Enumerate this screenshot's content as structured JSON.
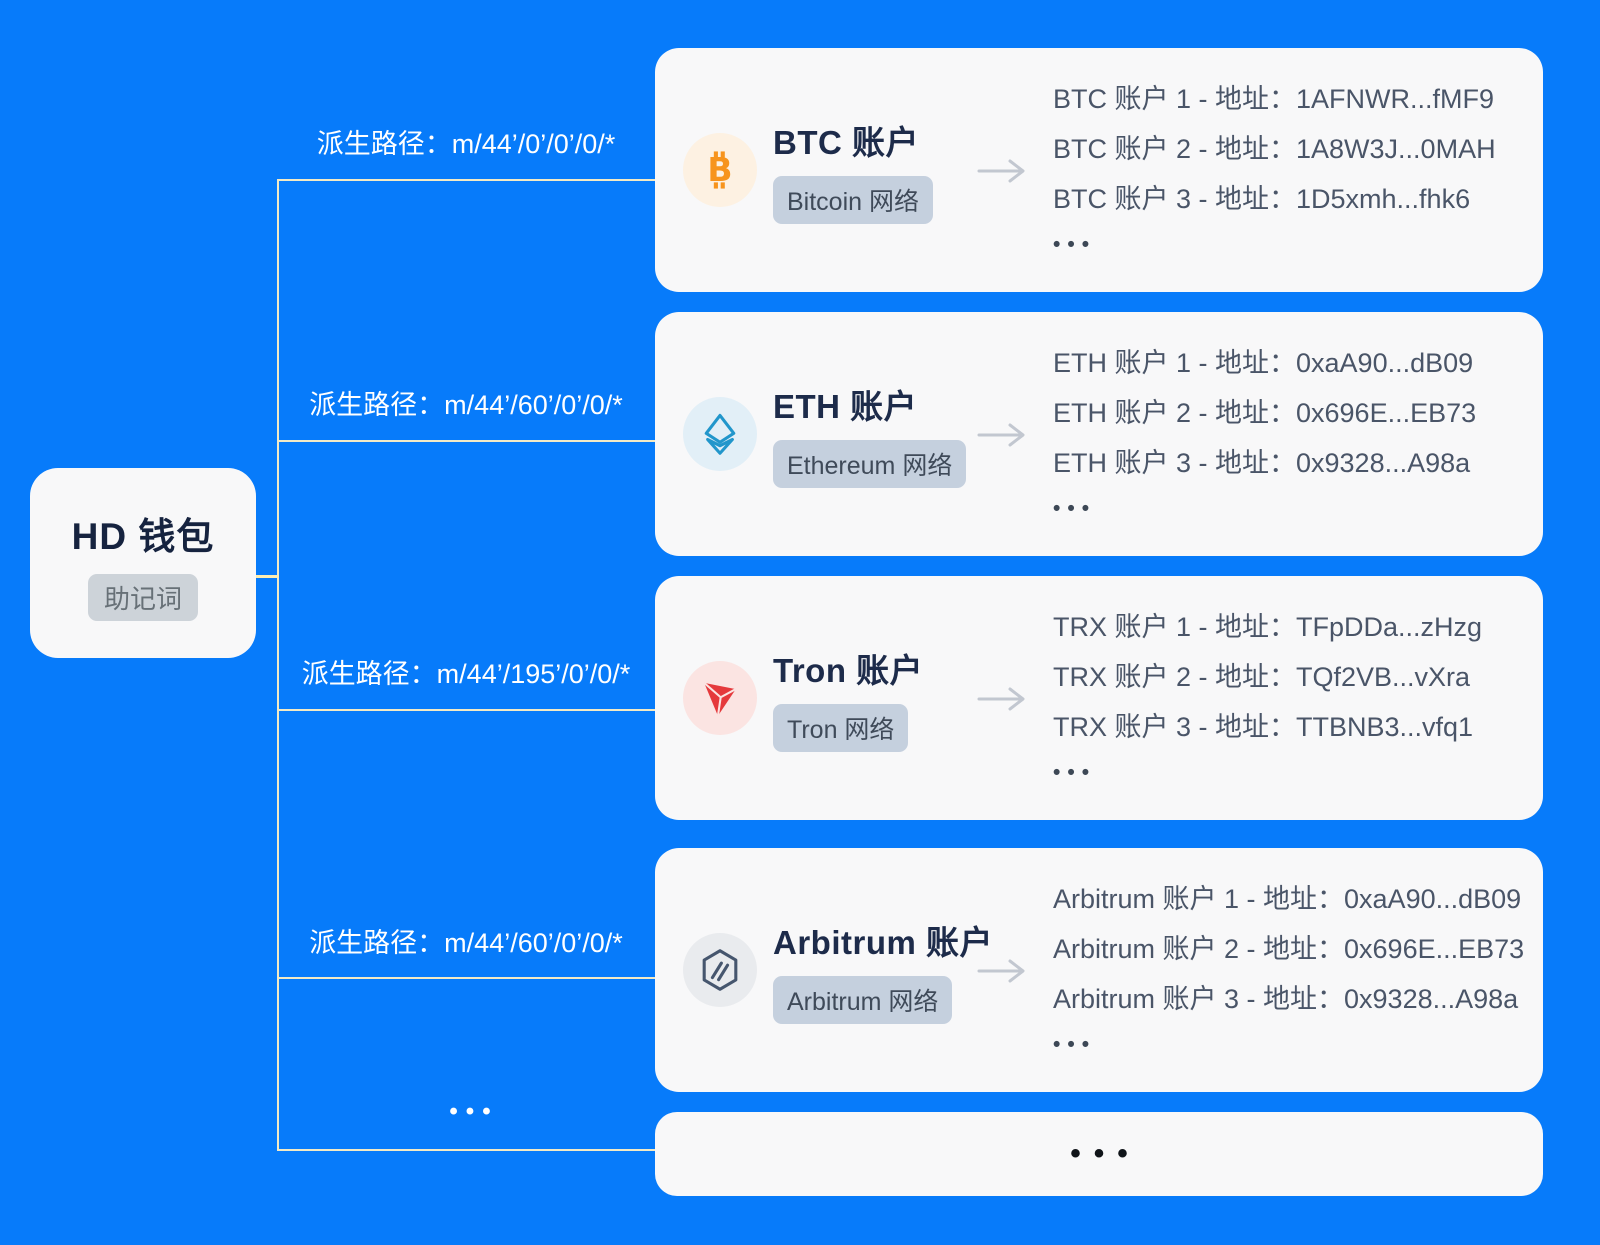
{
  "canvas": {
    "background_color": "#077bfa",
    "line_color": "#f2eac6",
    "root_connector_color": "#fdeeb2"
  },
  "hd_card": {
    "title": "HD 钱包",
    "badge": "助记词"
  },
  "branches": [
    {
      "path_label": "派生路径：m/44’/0’/0’/0/*"
    },
    {
      "path_label": "派生路径：m/44’/60’/0’/0/*"
    },
    {
      "path_label": "派生路径：m/44’/195’/0’/0/*"
    },
    {
      "path_label": "派生路径：m/44’/60’/0’/0/*"
    }
  ],
  "trunk_ellipsis": "•••",
  "networks": [
    {
      "title": "BTC 账户",
      "badge": "Bitcoin 网络",
      "icon": "bitcoin-icon",
      "icon_circle_color": "#fdf1e2",
      "icon_glyph_color": "#f7941d",
      "addresses": [
        "BTC 账户 1 - 地址：1AFNWR...fMF9",
        "BTC 账户 2 - 地址：1A8W3J...0MAH",
        "BTC 账户 3 - 地址：1D5xmh...fhk6"
      ],
      "more": "•••"
    },
    {
      "title": "ETH 账户",
      "badge": "Ethereum 网络",
      "icon": "ethereum-icon",
      "icon_circle_color": "#e2eff7",
      "icon_glyph_color": "#2196cb",
      "addresses": [
        "ETH 账户 1 - 地址：0xaA90...dB09",
        "ETH 账户 2 - 地址：0x696E...EB73",
        "ETH 账户 3 - 地址：0x9328...A98a"
      ],
      "more": "•••"
    },
    {
      "title": "Tron 账户",
      "badge": "Tron 网络",
      "icon": "tron-icon",
      "icon_circle_color": "#fbe4e2",
      "icon_glyph_color": "#e5393c",
      "addresses": [
        "TRX 账户 1 - 地址：TFpDDa...zHzg",
        "TRX 账户 2 - 地址：TQf2VB...vXra",
        "TRX 账户 3 - 地址：TTBNB3...vfq1"
      ],
      "more": "•••"
    },
    {
      "title": "Arbitrum 账户",
      "badge": "Arbitrum 网络",
      "icon": "arbitrum-icon",
      "icon_circle_color": "#e9ebee",
      "icon_glyph_color": "#46566e",
      "addresses": [
        "Arbitrum 账户 1 - 地址：0xaA90...dB09",
        "Arbitrum 账户 2 - 地址：0x696E...EB73",
        "Arbitrum 账户 3 - 地址：0x9328...A98a"
      ],
      "more": "•••"
    }
  ],
  "ellipsis_card": {
    "label": "•••"
  }
}
